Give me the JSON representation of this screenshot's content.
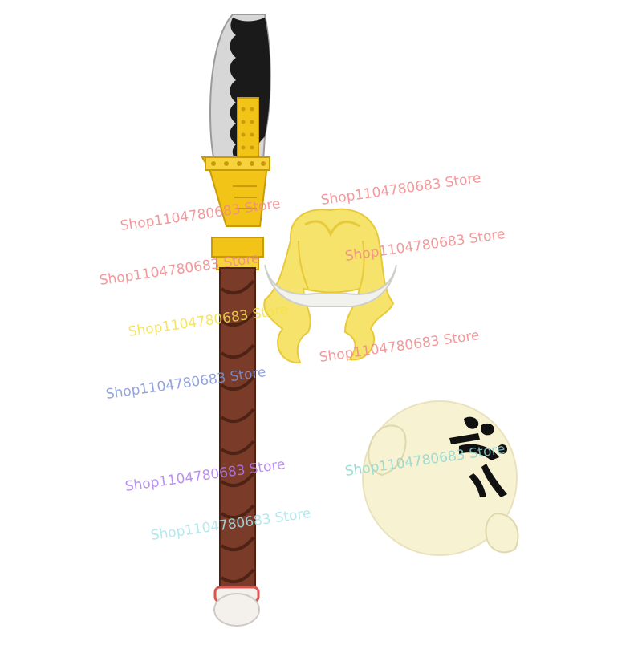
{
  "watermarks": [
    {
      "text": "Shop1104780683 Store",
      "color": "#f2888a"
    },
    {
      "text": "Shop1104780683 Store",
      "color": "#f2888a"
    },
    {
      "text": "Shop1104780683 Store",
      "color": "#f2888a"
    },
    {
      "text": "Shop1104780683 Store",
      "color": "#f2888a"
    },
    {
      "text": "Shop1104780683 Store",
      "color": "#f5e04a"
    },
    {
      "text": "Shop1104780683 Store",
      "color": "#f2888a"
    },
    {
      "text": "Shop1104780683 Store",
      "color": "#7f93d8"
    },
    {
      "text": "Shop1104780683 Store",
      "color": "#b07cf0"
    },
    {
      "text": "Shop1104780683 Store",
      "color": "#8fd6cf"
    },
    {
      "text": "Shop1104780683 Store",
      "color": "#a9e4ea"
    }
  ],
  "colors": {
    "blade": "#d7d7d7",
    "blade_edge": "#9a9a9a",
    "blade_dark": "#1a1a1a",
    "gold": "#f2c417",
    "gold_dark": "#c99a0a",
    "shaft": "#7a3b28",
    "shaft_dark": "#4e2316",
    "hair": "#f5e36b",
    "hair_shade": "#e8c93a",
    "horn": "#f1f1ee",
    "head": "#f7f2d2",
    "head_shade": "#e9e2bd",
    "ink": "#111111"
  }
}
